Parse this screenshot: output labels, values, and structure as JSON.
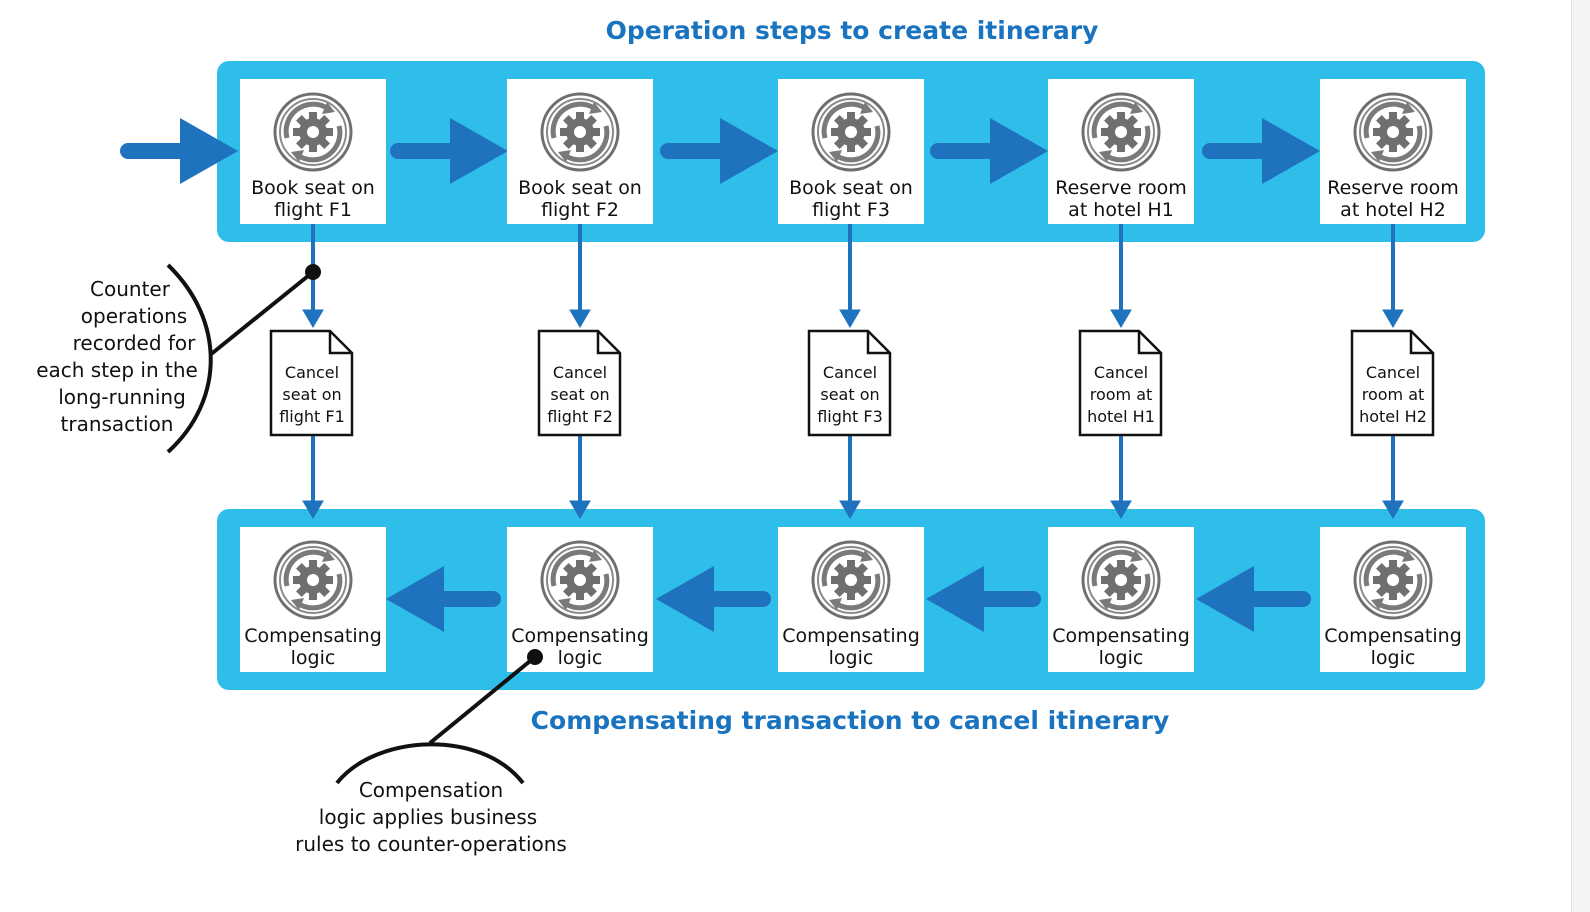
{
  "titles": {
    "top": "Operation steps to create itinerary",
    "bottom": "Compensating transaction to cancel itinerary"
  },
  "operations": [
    {
      "line1": "Book seat on",
      "line2": "flight F1"
    },
    {
      "line1": "Book seat on",
      "line2": "flight F2"
    },
    {
      "line1": "Book seat on",
      "line2": "flight F3"
    },
    {
      "line1": "Reserve room",
      "line2": "at hotel H1"
    },
    {
      "line1": "Reserve room",
      "line2": "at hotel H2"
    }
  ],
  "counter_operations": [
    {
      "line1": "Cancel",
      "line2": "seat on",
      "line3": "flight F1"
    },
    {
      "line1": "Cancel",
      "line2": "seat on",
      "line3": "flight F2"
    },
    {
      "line1": "Cancel",
      "line2": "seat on",
      "line3": "flight F3"
    },
    {
      "line1": "Cancel",
      "line2": "room at",
      "line3": "hotel H1"
    },
    {
      "line1": "Cancel",
      "line2": "room at",
      "line3": "hotel H2"
    }
  ],
  "compensations": [
    {
      "line1": "Compensating",
      "line2": "logic"
    },
    {
      "line1": "Compensating",
      "line2": "logic"
    },
    {
      "line1": "Compensating",
      "line2": "logic"
    },
    {
      "line1": "Compensating",
      "line2": "logic"
    },
    {
      "line1": "Compensating",
      "line2": "logic"
    }
  ],
  "annotations": {
    "counter_note": [
      "Counter",
      "operations",
      "recorded for",
      "each step in the",
      "long-running",
      "transaction"
    ],
    "compensation_note": [
      "Compensation",
      "logic applies business",
      "rules to counter-operations"
    ]
  },
  "colors": {
    "band": "#2fbde9",
    "arrow": "#1f72bd",
    "title": "#1a73bf",
    "gear": "#6f6f6f"
  },
  "icons": {
    "step": "gear-icon",
    "counter": "document-icon",
    "flow": "arrow-icon"
  }
}
